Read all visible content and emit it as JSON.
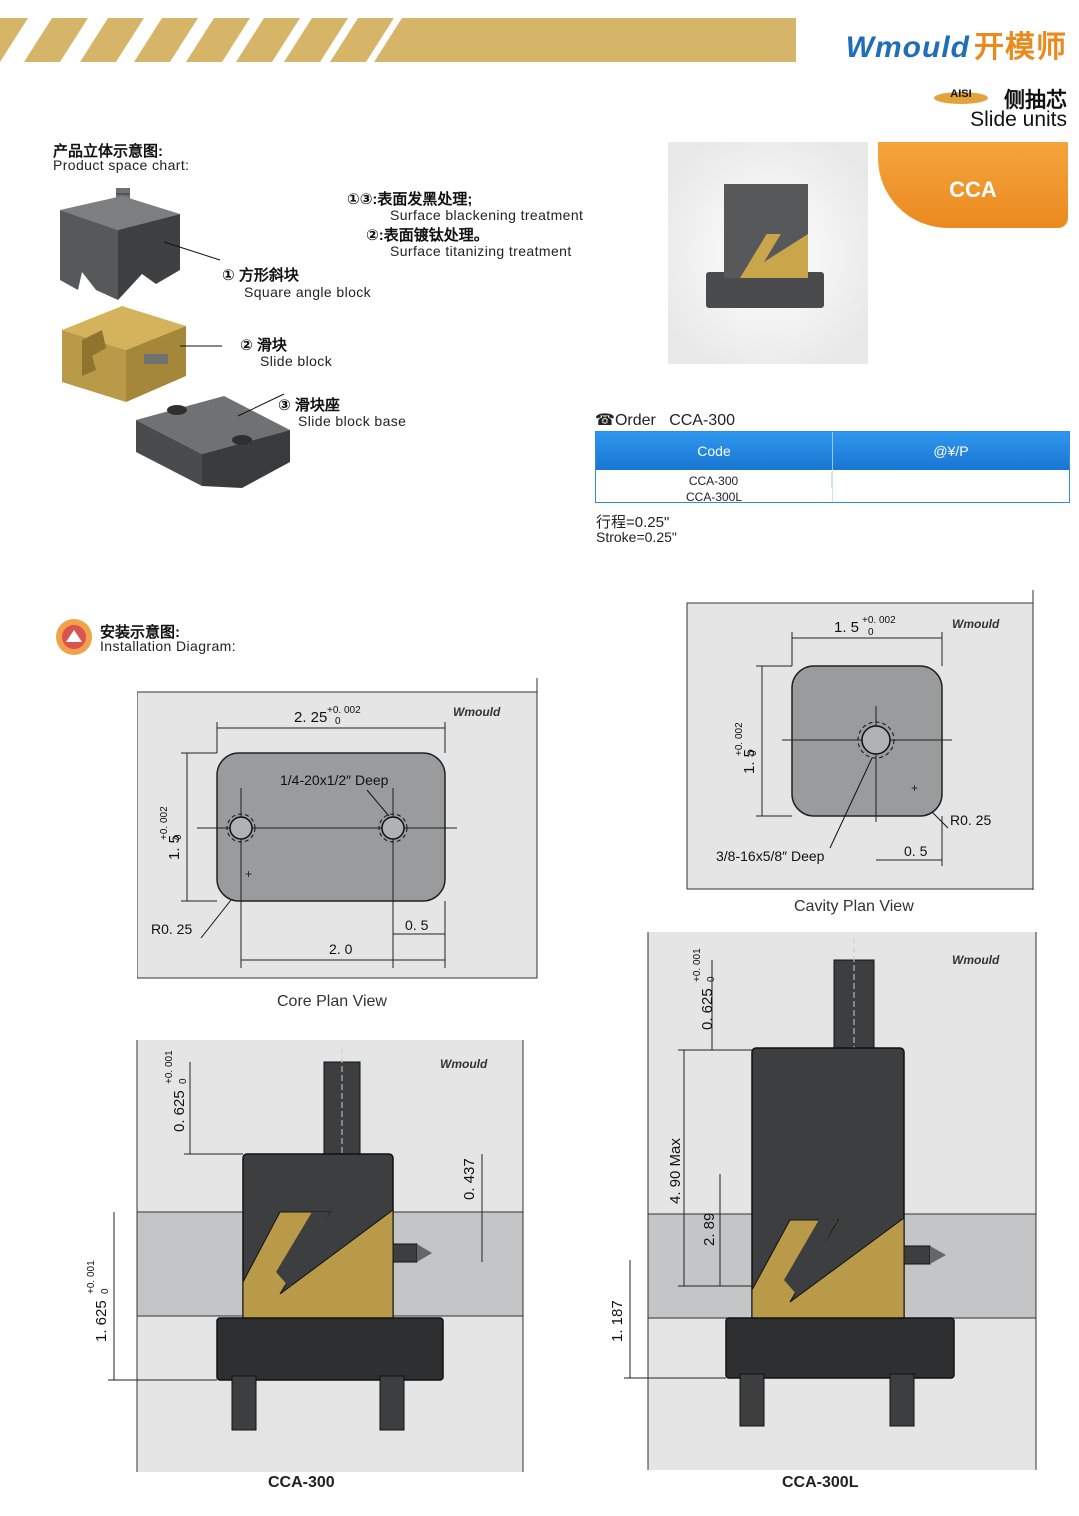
{
  "header": {
    "brand_en": "Wmould",
    "brand_cn": "开模师",
    "aisi_badge": "AISI",
    "category_cn": "侧抽芯",
    "category_en": "Slide units",
    "tab_label": "CCA"
  },
  "product_chart": {
    "title_cn": "产品立体示意图:",
    "title_en": "Product space chart:",
    "parts": [
      {
        "cn": "① 方形斜块",
        "en": "Square angle block"
      },
      {
        "cn": "② 滑块",
        "en": "Slide block"
      },
      {
        "cn": "③ 滑块座",
        "en": "Slide block base"
      }
    ],
    "treatments": [
      {
        "cn": "①③:表面发黑处理;",
        "en": "Surface blackening treatment"
      },
      {
        "cn": "②:表面镀钛处理。",
        "en": "Surface titanizing treatment"
      }
    ]
  },
  "order": {
    "label": "Order",
    "model": "CCA-300",
    "table": {
      "headers": [
        "Code",
        "@¥/P"
      ],
      "codes": [
        "CCA-300",
        "CCA-300L"
      ]
    },
    "stroke_cn": "行程=0.25\"",
    "stroke_en": "Stroke=0.25\""
  },
  "installation": {
    "title_cn": "安装示意图:",
    "title_en": "Installation Diagram:"
  },
  "core_view": {
    "caption": "Core Plan View",
    "watermark": "Wmould",
    "dims": {
      "width_tol": "2. 25",
      "width_sup": "+0. 002",
      "width_sub": "0",
      "height": "1. 5",
      "height_tol": "+0. 002",
      "height_sub": "0",
      "thread": "1/4-20x1/2″ Deep",
      "radius": "R0. 25",
      "edge": "0. 5",
      "spacing": "2. 0"
    }
  },
  "cavity_view": {
    "caption": "Cavity Plan View",
    "watermark": "Wmould",
    "dims": {
      "width": "1. 5",
      "width_sup": "+0. 002",
      "width_sub": "0",
      "height": "1. 5",
      "height_tol": "+0. 002",
      "height_sub": "0",
      "thread": "3/8-16x5/8″ Deep",
      "radius": "R0. 25",
      "edge": "0. 5"
    }
  },
  "cca300": {
    "model": "CCA-300",
    "watermark": "Wmould",
    "dims": {
      "top": "0. 625",
      "top_sup": "+0. 001",
      "top_sub": "0",
      "stroke": "0. 437",
      "bottom": "1. 625",
      "bottom_sup": "+0. 001",
      "bottom_sub": "0"
    }
  },
  "cca300l": {
    "model": "CCA-300L",
    "watermark": "Wmould",
    "dims": {
      "top": "0. 625",
      "top_sup": "+0. 001",
      "top_sub": "0",
      "max": "4. 90 Max",
      "mid": "2. 89",
      "bottom": "1. 187"
    }
  },
  "colors": {
    "brand_blue": "#1f6fb8",
    "brand_orange": "#e98a1d",
    "banner_gold": "#d6b568",
    "block_dark": "#3d3e40",
    "brass": "#b99a48",
    "table_blue": "#1976d2"
  }
}
